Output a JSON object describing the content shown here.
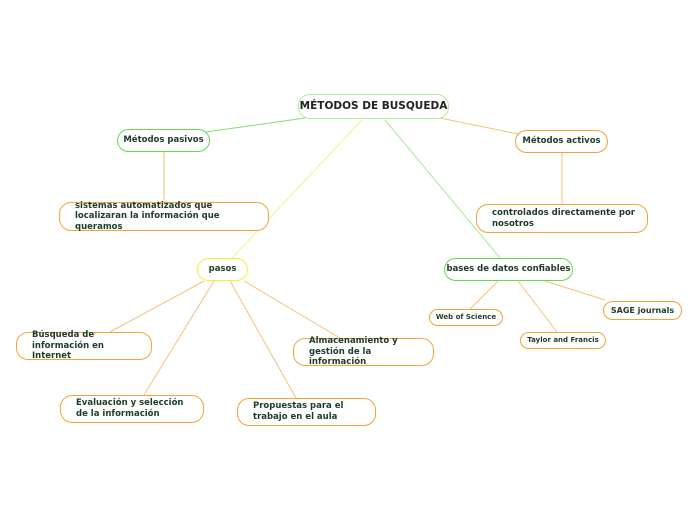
{
  "root": {
    "label": "MÉTODOS DE BUSQUEDA"
  },
  "branches": {
    "pasivos": {
      "label": "Métodos pasivos",
      "detail": "sistemas automatizados que localizaran la información que queramos"
    },
    "activos": {
      "label": "Métodos activos",
      "detail": "controlados directamente por nosotros"
    },
    "pasos": {
      "label": "pasos",
      "steps": [
        "Búsqueda de información en Internet",
        "Evaluación y selección de la información",
        "Propuestas para el trabajo en el aula",
        "Almacenamiento y gestión de la información"
      ]
    },
    "bases": {
      "label": "bases de datos confiables",
      "sources": [
        "Web of Science",
        "Taylor and Francis",
        "SAGE journals"
      ]
    }
  },
  "colors": {
    "orange": "#f5a236",
    "green": "#5fdc4e",
    "yellow": "#f0f23a",
    "root_border": "#b6e6a6",
    "text": "#1d3b2a"
  }
}
